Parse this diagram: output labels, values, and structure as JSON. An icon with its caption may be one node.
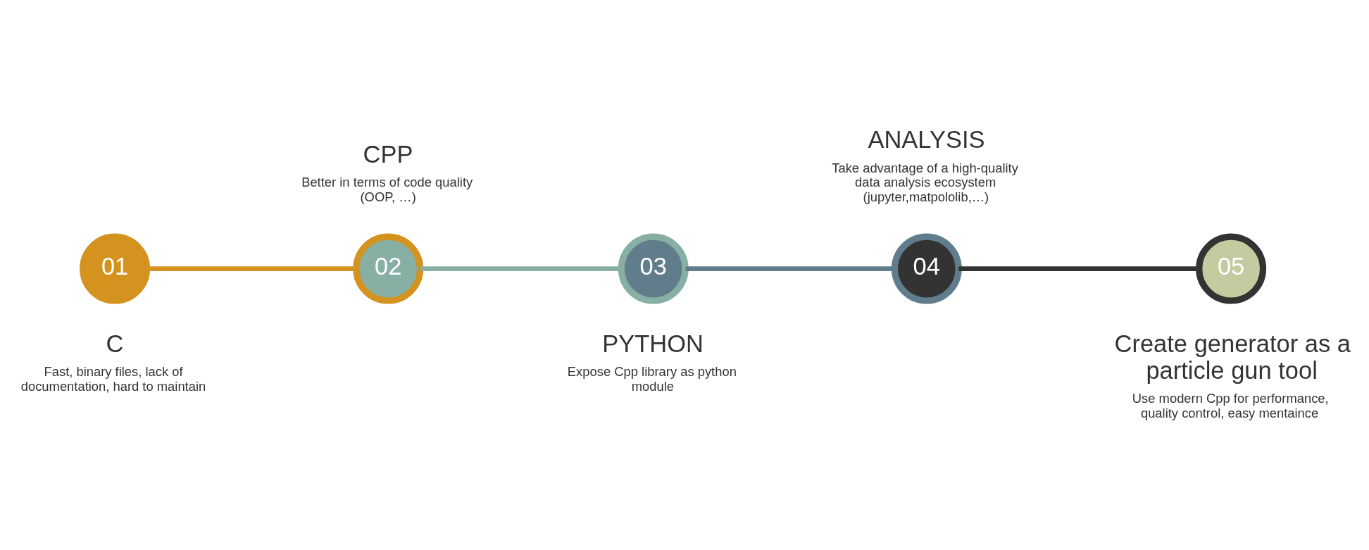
{
  "diagram": {
    "nodes": [
      {
        "text": [
          "01"
        ],
        "beside": [
          "C",
          "Fast, binary files, lack of documentation, hard to maintain"
        ]
      },
      {
        "text": [
          "02"
        ],
        "beside": [
          "CPP",
          "Better in terms of code quality (OOP, …)"
        ]
      },
      {
        "text": [
          "03"
        ],
        "beside": [
          "PYTHON",
          "Expose Cpp library as python module"
        ]
      },
      {
        "text": [
          "04"
        ],
        "beside": [
          "ANALYSIS",
          "Take advantage of a high-quality data analysis ecosystem (jupyter,matpololib,…)"
        ]
      },
      {
        "text": [
          "05"
        ],
        "beside": [
          "Create generator as a particle gun tool",
          "Use modern Cpp for performance, quality control, easy mentaince"
        ]
      }
    ],
    "edges": [
      {
        "from": 0,
        "to": 1,
        "arrow": "none",
        "color": "#d4921f"
      },
      {
        "from": 1,
        "to": 2,
        "arrow": "none",
        "color": "#87afa3"
      },
      {
        "from": 2,
        "to": 3,
        "arrow": "none",
        "color": "#617d8b"
      },
      {
        "from": 3,
        "to": 4,
        "arrow": "none",
        "color": "#333333"
      }
    ]
  }
}
